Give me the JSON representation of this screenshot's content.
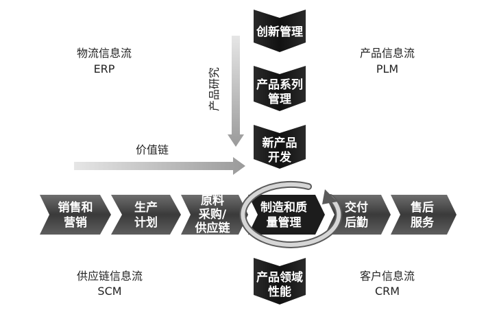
{
  "quadrants": {
    "top_left": {
      "line1": "物流信息流",
      "line2": "ERP"
    },
    "top_right": {
      "line1": "产品信息流",
      "line2": "PLM"
    },
    "bottom_left": {
      "line1": "供应链信息流",
      "line2": "SCM"
    },
    "bottom_right": {
      "line1": "客户信息流",
      "line2": "CRM"
    }
  },
  "arrows": {
    "research": "产品研究",
    "value_chain": "价值链"
  },
  "vertical_steps": [
    {
      "lines": [
        "创新管理"
      ]
    },
    {
      "lines": [
        "产品系列",
        "管理"
      ]
    },
    {
      "lines": [
        "新产品",
        "开发"
      ]
    }
  ],
  "bottom_step": {
    "lines": [
      "产品领域",
      "性能"
    ]
  },
  "horizontal_steps": [
    {
      "lines": [
        "销售和",
        "营销"
      ]
    },
    {
      "lines": [
        "生产",
        "计划"
      ]
    },
    {
      "lines": [
        "原料",
        "采购/",
        "供应链"
      ]
    },
    {
      "lines": [
        "制造和质",
        "量管理"
      ]
    },
    {
      "lines": [
        "交付",
        "后勤"
      ]
    },
    {
      "lines": [
        "售后",
        "服务"
      ]
    }
  ],
  "colors": {
    "chevron_dark": "#1e1e1e",
    "chevron_mid": "#5a5a5a",
    "arrow_gray": "#b4b4b4",
    "ring": "#cfcfcf"
  }
}
